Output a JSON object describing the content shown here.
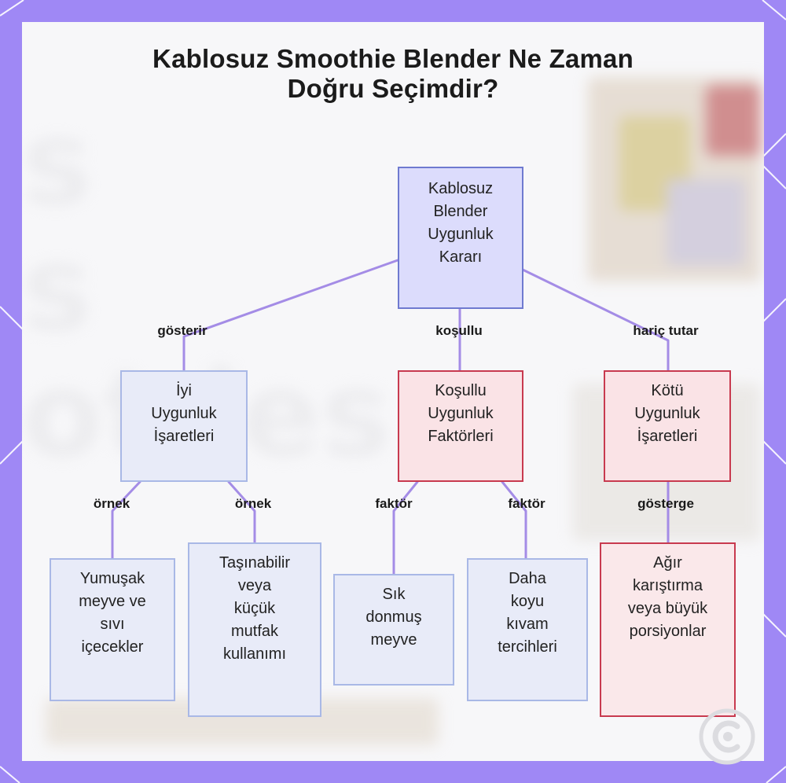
{
  "title": {
    "line1": "Kablosuz Smoothie Blender Ne Zaman",
    "line2": "Doğru Seçimdir?"
  },
  "background": {
    "frame_color": "#9f88f5",
    "letters": [
      "s",
      "s",
      "ot ies"
    ]
  },
  "nodes": {
    "root": {
      "lines": [
        "Kablosuz",
        "Blender",
        "Uygunluk",
        "Kararı"
      ]
    },
    "good": {
      "lines": [
        "İyi",
        "Uygunluk",
        "İşaretleri"
      ]
    },
    "cond": {
      "lines": [
        "Koşullu",
        "Uygunluk",
        "Faktörleri"
      ]
    },
    "bad": {
      "lines": [
        "Kötü",
        "Uygunluk",
        "İşaretleri"
      ]
    },
    "soft": {
      "lines": [
        "Yumuşak",
        "meyve ve",
        "sıvı",
        "içecekler"
      ]
    },
    "port": {
      "lines": [
        "Taşınabilir",
        "veya",
        "küçük",
        "mutfak",
        "kullanımı"
      ]
    },
    "froz": {
      "lines": [
        "Sık",
        "donmuş",
        "meyve"
      ]
    },
    "thick": {
      "lines": [
        "Daha",
        "koyu",
        "kıvam",
        "tercihleri"
      ]
    },
    "heavy": {
      "lines": [
        "Ağır",
        "karıştırma",
        "veya büyük",
        "porsiyonlar"
      ]
    }
  },
  "edge_labels": {
    "root_good": "gösterir",
    "root_cond": "koşullu",
    "root_bad": "hariç tutar",
    "good_soft": "örnek",
    "good_port": "örnek",
    "cond_froz": "faktör",
    "cond_thick": "faktör",
    "bad_heavy": "gösterge"
  },
  "colors": {
    "edge": "#a48ce6",
    "blue_fill": "#dcdcfc",
    "pink_border": "#c83a4f"
  }
}
